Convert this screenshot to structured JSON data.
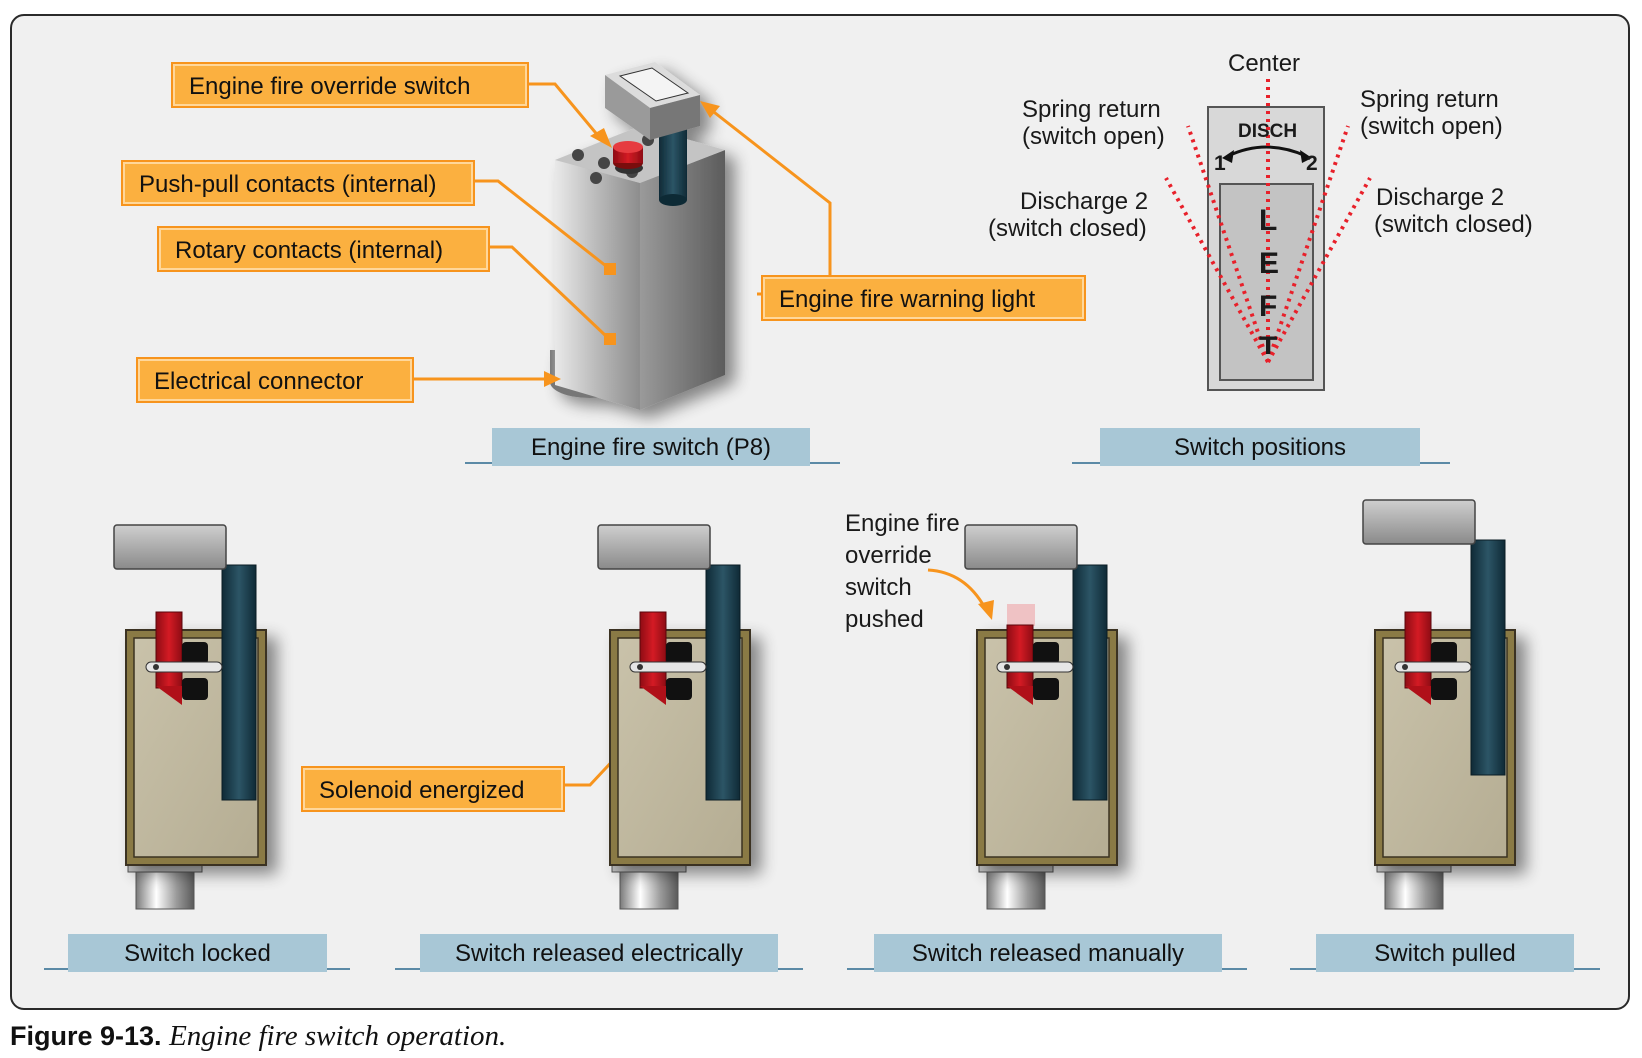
{
  "callouts": {
    "override_switch": "Engine fire override switch",
    "push_pull": "Push-pull contacts (internal)",
    "rotary": "Rotary contacts (internal)",
    "connector": "Electrical connector",
    "warning_light": "Engine fire warning light",
    "solenoid": "Solenoid energized"
  },
  "captions": {
    "fire_switch": "Engine fire switch (P8)",
    "positions": "Switch positions",
    "locked": "Switch locked",
    "released_electrically": "Switch released electrically",
    "released_manually": "Switch released manually",
    "pulled": "Switch pulled"
  },
  "positions": {
    "center": "Center",
    "spring_left_1": "Spring return",
    "spring_left_2": "(switch open)",
    "spring_right_1": "Spring return",
    "spring_right_2": "(switch open)",
    "discharge_left_1": "Discharge 2",
    "discharge_left_2": "(switch closed)",
    "discharge_right_1": "Discharge 2",
    "discharge_right_2": "(switch closed)",
    "disch_label": "DISCH",
    "pos_1": "1",
    "pos_2": "2",
    "handle_letters": [
      "L",
      "E",
      "F",
      "T"
    ]
  },
  "override_pushed": [
    "Engine fire",
    "override",
    "switch",
    "pushed"
  ],
  "figure": {
    "number": "Figure 9-13.",
    "title": "Engine fire switch operation."
  },
  "colors": {
    "callout_fill": "#fbb040",
    "callout_border": "#f7941d",
    "caption_fill": "#a8c7d6",
    "dotted_lines": "#e8202a",
    "switch_body": "#c5bea6",
    "shaft": "#1d3f4e",
    "red_button": "#c1121f"
  }
}
